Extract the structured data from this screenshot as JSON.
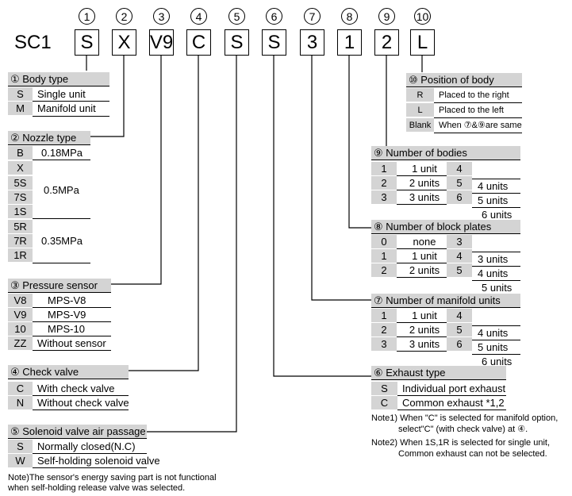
{
  "prefix": "SC1",
  "positions": [
    "1",
    "2",
    "3",
    "4",
    "5",
    "6",
    "7",
    "8",
    "9",
    "10"
  ],
  "codes": [
    "S",
    "X",
    "V9",
    "C",
    "S",
    "S",
    "3",
    "1",
    "2",
    "L"
  ],
  "body_type": {
    "title": "① Body type",
    "rows": [
      [
        "S",
        "Single unit"
      ],
      [
        "M",
        "Manifold unit"
      ]
    ]
  },
  "nozzle_type": {
    "title": "② Nozzle type",
    "codes": [
      "B",
      "X",
      "5S",
      "7S",
      "1S",
      "5R",
      "7R",
      "1R"
    ],
    "values": [
      "0.18MPa",
      "0.5MPa",
      "0.35MPa"
    ]
  },
  "pressure_sensor": {
    "title": "③ Pressure sensor",
    "rows": [
      [
        "V8",
        "MPS-V8"
      ],
      [
        "V9",
        "MPS-V9"
      ],
      [
        "10",
        "MPS-10"
      ],
      [
        "ZZ",
        "Without sensor"
      ]
    ]
  },
  "check_valve": {
    "title": "④ Check valve",
    "rows": [
      [
        "C",
        "With check valve"
      ],
      [
        "N",
        "Without check valve"
      ]
    ]
  },
  "solenoid": {
    "title": "⑤ Solenoid valve air passage",
    "rows": [
      [
        "S",
        "Normally closed(N.C)"
      ],
      [
        "W",
        "Self-holding solenoid valve"
      ]
    ]
  },
  "note_bottom": [
    "Note)The sensor's energy saving part is not functional",
    "when self-holding release valve was selected."
  ],
  "position_of_body": {
    "title": "⑩ Position of body",
    "rows": [
      [
        "R",
        "Placed to the right"
      ],
      [
        "L",
        "Placed to the left"
      ],
      [
        "Blank",
        "When ⑦&⑨are same"
      ]
    ]
  },
  "number_of_bodies": {
    "title": "⑨ Number of bodies",
    "rows": [
      [
        "1",
        "1 unit",
        "4",
        ""
      ],
      [
        "2",
        "2 units",
        "5",
        "4 units"
      ],
      [
        "3",
        "3 units",
        "6",
        "5 units"
      ]
    ],
    "extra": "6 units"
  },
  "block_plates": {
    "title": "⑧ Number of block plates",
    "rows": [
      [
        "0",
        "none",
        "3",
        ""
      ],
      [
        "1",
        "1 unit",
        "4",
        "3 units"
      ],
      [
        "2",
        "2 units",
        "5",
        "4 units"
      ]
    ],
    "extra": "5 units"
  },
  "manifold_units": {
    "title": "⑦ Number of manifold units",
    "rows": [
      [
        "1",
        "1 unit",
        "4",
        ""
      ],
      [
        "2",
        "2 units",
        "5",
        "4 units"
      ],
      [
        "3",
        "3 units",
        "6",
        "5 units"
      ]
    ],
    "extra": "6 units"
  },
  "exhaust_type": {
    "title": "⑥ Exhaust type",
    "rows": [
      [
        "S",
        "Individual port exhaust"
      ],
      [
        "C",
        "Common exhaust  *1,2"
      ]
    ]
  },
  "notes_right": [
    "Note1) When \"C\" is selected for manifold option,",
    "select\"C\" (with check valve) at ④.",
    "Note2) When 1S,1R is selected for single unit,",
    "Common exhaust can not  be selected."
  ]
}
